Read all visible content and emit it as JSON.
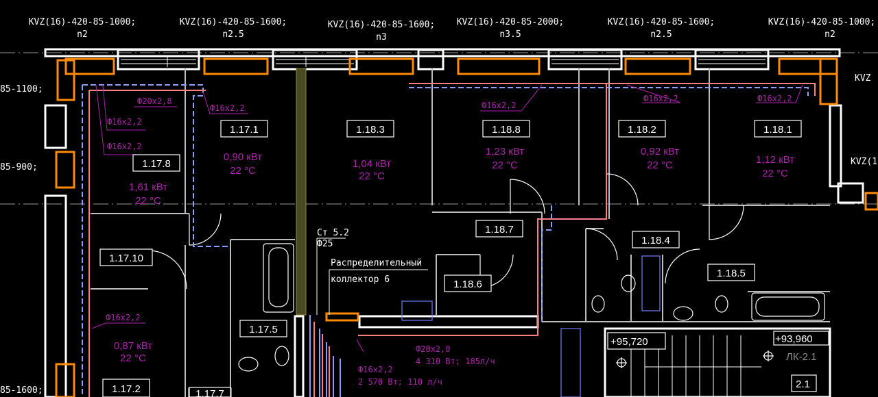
{
  "radiators": [
    {
      "spec": "KVZ(16)-420-85-1000;",
      "n": "n2"
    },
    {
      "spec": "KVZ(16)-420-85-1600;",
      "n": "n2.5"
    },
    {
      "spec": "KVZ(16)-420-85-1600;",
      "n": "n3"
    },
    {
      "spec": "KVZ(16)-420-85-2000;",
      "n": "n3.5"
    },
    {
      "spec": "KVZ(16)-420-85-1600;",
      "n": "n2.5"
    },
    {
      "spec": "KVZ(16)-420-85-1000;",
      "n": "n2"
    }
  ],
  "left_labels": [
    "85-1100;",
    "85-900;",
    "85-1600;"
  ],
  "right_labels": [
    "KVZ",
    "KVZ(1"
  ],
  "rooms": [
    {
      "id": "1.17.1",
      "power": "0,90 кВт",
      "temp": "22 °C"
    },
    {
      "id": "1.18.3",
      "power": "1,04 кВт",
      "temp": "22 °C"
    },
    {
      "id": "1.18.8",
      "power": "1,23 кВт",
      "temp": "22 °C"
    },
    {
      "id": "1.18.2",
      "power": "0,92 кВт",
      "temp": "22 °C"
    },
    {
      "id": "1.18.1",
      "power": "1,12 кВт",
      "temp": "22 °C"
    },
    {
      "id": "1.17.8",
      "power": "1,61 кВт",
      "temp": "22 °C"
    },
    {
      "id": "1.17.2",
      "power": "0,87 кВт",
      "temp": "22 °C"
    }
  ],
  "other_rooms": [
    "1.17.10",
    "1.17.5",
    "1.18.7",
    "1.18.6",
    "1.18.4",
    "1.18.5",
    "1.17.7"
  ],
  "pipes": [
    "Ф20х2,8",
    "Ф16х2,2",
    "Ф16х2,2",
    "Ф16х2,2",
    "Ф16х2,2",
    "Ф16х2,2",
    "Ф16х2,2"
  ],
  "riser": {
    "label": "Ст 5.2",
    "dia": "Ф25"
  },
  "collector": {
    "line1": "Распределительный",
    "line2": "коллектор 6"
  },
  "flow": [
    {
      "pipe": "Ф20х2,8",
      "load": "4 310 Вт; 185л/ч"
    },
    {
      "pipe": "Ф16х2,2",
      "load": "2 570 Вт; 110 л/ч"
    }
  ],
  "stairs": {
    "level1": "+95,720",
    "level2": "+93,960",
    "code": "ЛК-2.1",
    "id": "2.1"
  },
  "colors": {
    "background": "#000000",
    "wall": "#ffffff",
    "radiator": "#ff8c00",
    "supply": "#ff7f7f",
    "return": "#8aa0ff",
    "annotation": "#b020b0"
  }
}
